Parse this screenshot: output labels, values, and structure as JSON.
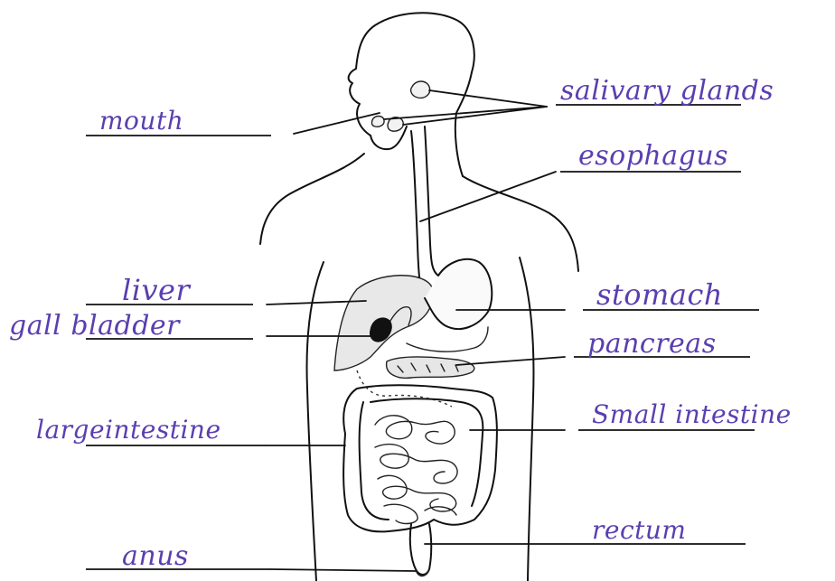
{
  "labels": {
    "mouth": "mouth",
    "salivary_glands": "salivary glands",
    "esophagus": "esophagus",
    "liver": "liver",
    "gall_bladder": "gall bladder",
    "stomach": "stomach",
    "pancreas": "pancreas",
    "large_intestine": "largeintestine",
    "small_intestine": "Small intestine",
    "rectum": "rectum",
    "anus": "anus"
  },
  "colors": {
    "handwriting": "#5a3fb0",
    "ink": "#111111",
    "organ_shade": "#e8e8e8"
  }
}
